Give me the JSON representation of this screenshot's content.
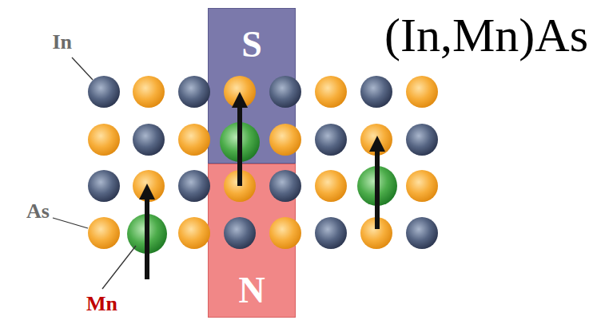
{
  "diagram": {
    "title": "(In,Mn)As",
    "nodes": [
      {
        "text": [
          "S"
        ]
      },
      {
        "text": [
          "N"
        ]
      }
    ],
    "labels": [
      "In",
      "As",
      "Mn"
    ]
  }
}
